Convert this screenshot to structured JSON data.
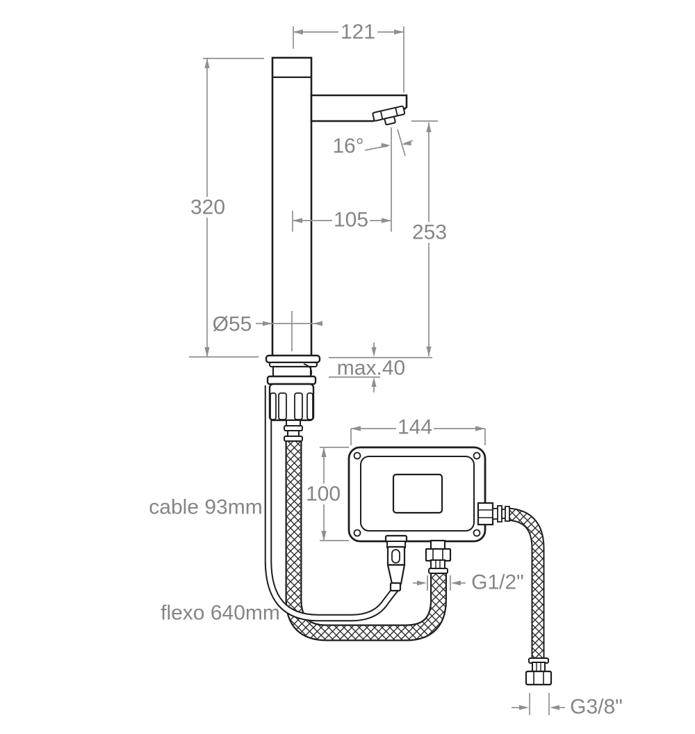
{
  "diagram": {
    "kind": "technical installation drawing of a sensor basin faucet with control box",
    "dimensions": {
      "spout_reach": "121",
      "total_height": "320",
      "spray_angle": "16°",
      "spray_offset": "105",
      "outlet_height": "253",
      "body_diameter": "Ø55",
      "max_deck_thickness": "max.40",
      "box_width": "144",
      "box_height": "100",
      "cable_length": "cable 93mm",
      "hose_length": "flexo 640mm",
      "inlet_thread": "G1/2\"",
      "supply_thread": "G3/8\""
    },
    "colors": {
      "background": "#ffffff",
      "drawing_line": "#1d1d1d",
      "dimension_line": "#8f8f8f",
      "dimension_text": "#858585"
    }
  }
}
